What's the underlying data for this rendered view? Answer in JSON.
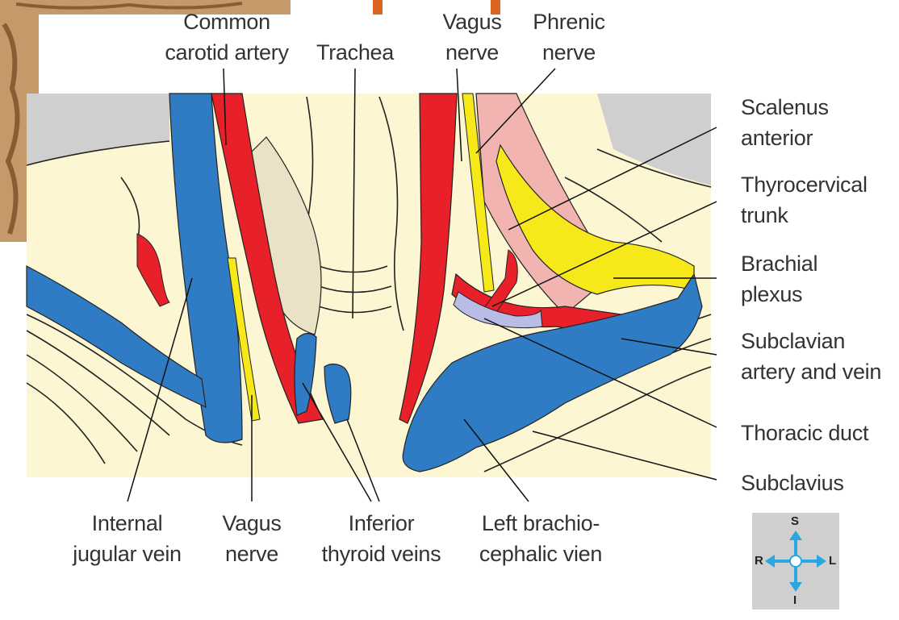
{
  "labels": {
    "common_carotid_artery": [
      "Common",
      "carotid artery"
    ],
    "trachea": [
      "Trachea"
    ],
    "vagus_nerve_top": [
      "Vagus",
      "nerve"
    ],
    "phrenic_nerve": [
      "Phrenic",
      "nerve"
    ],
    "scalenus_anterior": [
      "Scalenus",
      "anterior"
    ],
    "thyrocervical_trunk": [
      "Thyrocervical",
      "trunk"
    ],
    "brachial_plexus": [
      "Brachial",
      "plexus"
    ],
    "subclavian": [
      "Subclavian",
      "artery and vein"
    ],
    "thoracic_duct": [
      "Thoracic duct"
    ],
    "subclavius": [
      "Subclavius"
    ],
    "internal_jugular_vein": [
      "Internal",
      "jugular vein"
    ],
    "vagus_nerve_bottom": [
      "Vagus",
      "nerve"
    ],
    "inferior_thyroid_veins": [
      "Inferior",
      "thyroid veins"
    ],
    "left_brachiocephalic": [
      "Left brachio-",
      "cephalic vien"
    ]
  },
  "orientation": {
    "superior": "S",
    "inferior": "I",
    "right": "R",
    "left": "L"
  },
  "colors": {
    "artery": "#e8202a",
    "vein": "#2f7cc4",
    "nerve": "#f7e81a",
    "muscle": "#f1b4b0",
    "tissue": "#fdf6d2",
    "background_gray": "#cfcfd0",
    "thoracic_duct": "#b9bde6",
    "orange_mark": "#d9651e",
    "compass_arrow": "#2aa6e0"
  }
}
